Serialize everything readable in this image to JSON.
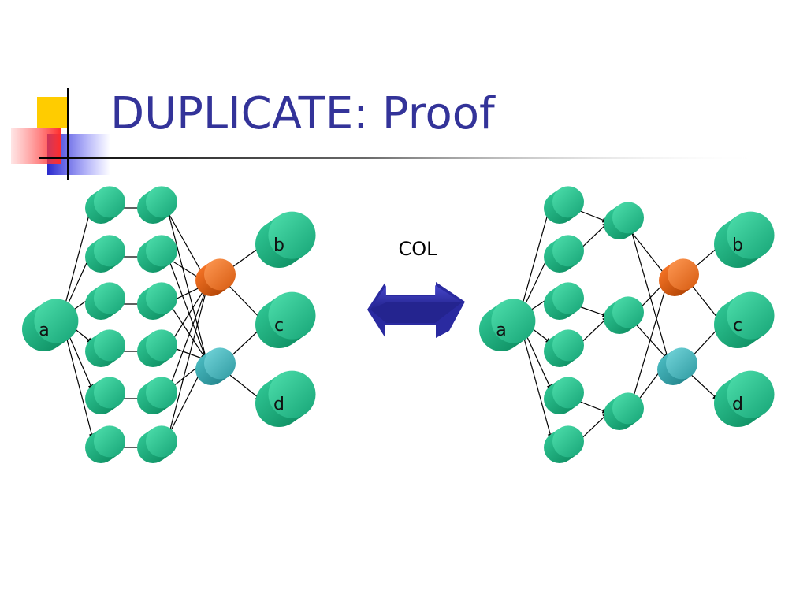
{
  "slide": {
    "title": "DUPLICATE: Proof",
    "arrow_label": "COL"
  },
  "left_network": {
    "labels": {
      "source": "a",
      "sink_top": "b",
      "sink_mid": "c",
      "sink_bottom": "d"
    }
  },
  "right_network": {
    "labels": {
      "source": "a",
      "sink_top": "b",
      "sink_mid": "c",
      "sink_bottom": "d"
    }
  },
  "colors": {
    "title": "#333399",
    "green_node": "#1aa77a",
    "orange_node": "#d5560a",
    "teal_node": "#2e9fa6",
    "double_arrow": "#2b2b99",
    "deco_yellow": "#ffcc00",
    "deco_red": "#ff3333",
    "deco_blue": "#3333cc"
  }
}
